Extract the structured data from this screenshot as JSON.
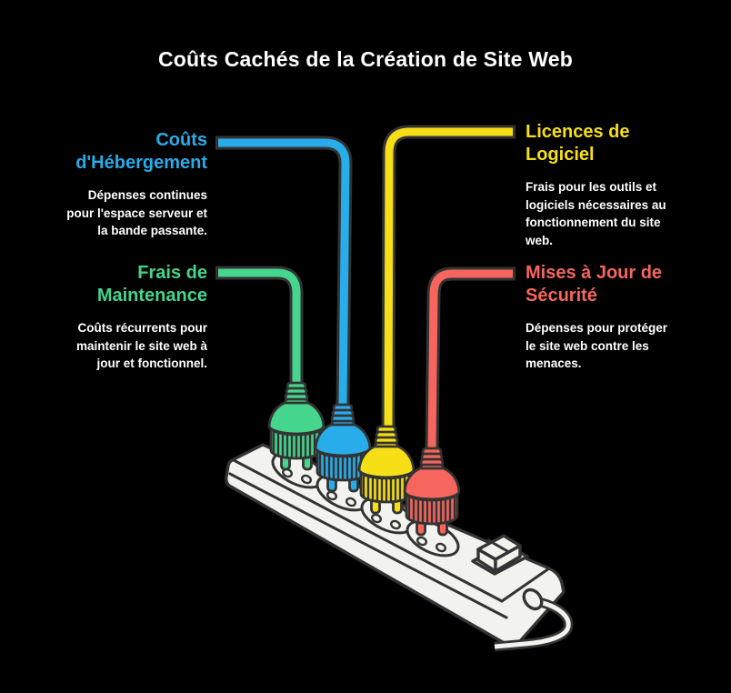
{
  "title": "Coûts Cachés de la Création de Site Web",
  "colors": {
    "background": "#000000",
    "outline": "#333333",
    "strip": "#F2F2EF",
    "body_text": "#FFFFFF"
  },
  "sections": [
    {
      "id": "hosting",
      "heading": "Coûts d'Hébergement",
      "description": "Dépenses continues pour l'espace serveur et la bande passante.",
      "color": "#29ACEA",
      "column": "left"
    },
    {
      "id": "software",
      "heading": "Licences de Logiciel",
      "description": "Frais pour les outils et logiciels nécessaires au fonctionnement du site web.",
      "color": "#F7DF17",
      "column": "right"
    },
    {
      "id": "maintenance",
      "heading": "Frais de Maintenance",
      "description": "Coûts récurrents pour maintenir le site web à jour et fonctionnel.",
      "color": "#45D58C",
      "column": "left"
    },
    {
      "id": "security",
      "heading": "Mises à Jour de Sécurité",
      "description": "Dépenses pour protéger le site web contre les menaces.",
      "color": "#F6655E",
      "column": "right"
    }
  ],
  "illustration": {
    "type": "power-strip-with-plugs",
    "plug_order_left_to_right": [
      "maintenance",
      "hosting",
      "software",
      "security"
    ]
  }
}
